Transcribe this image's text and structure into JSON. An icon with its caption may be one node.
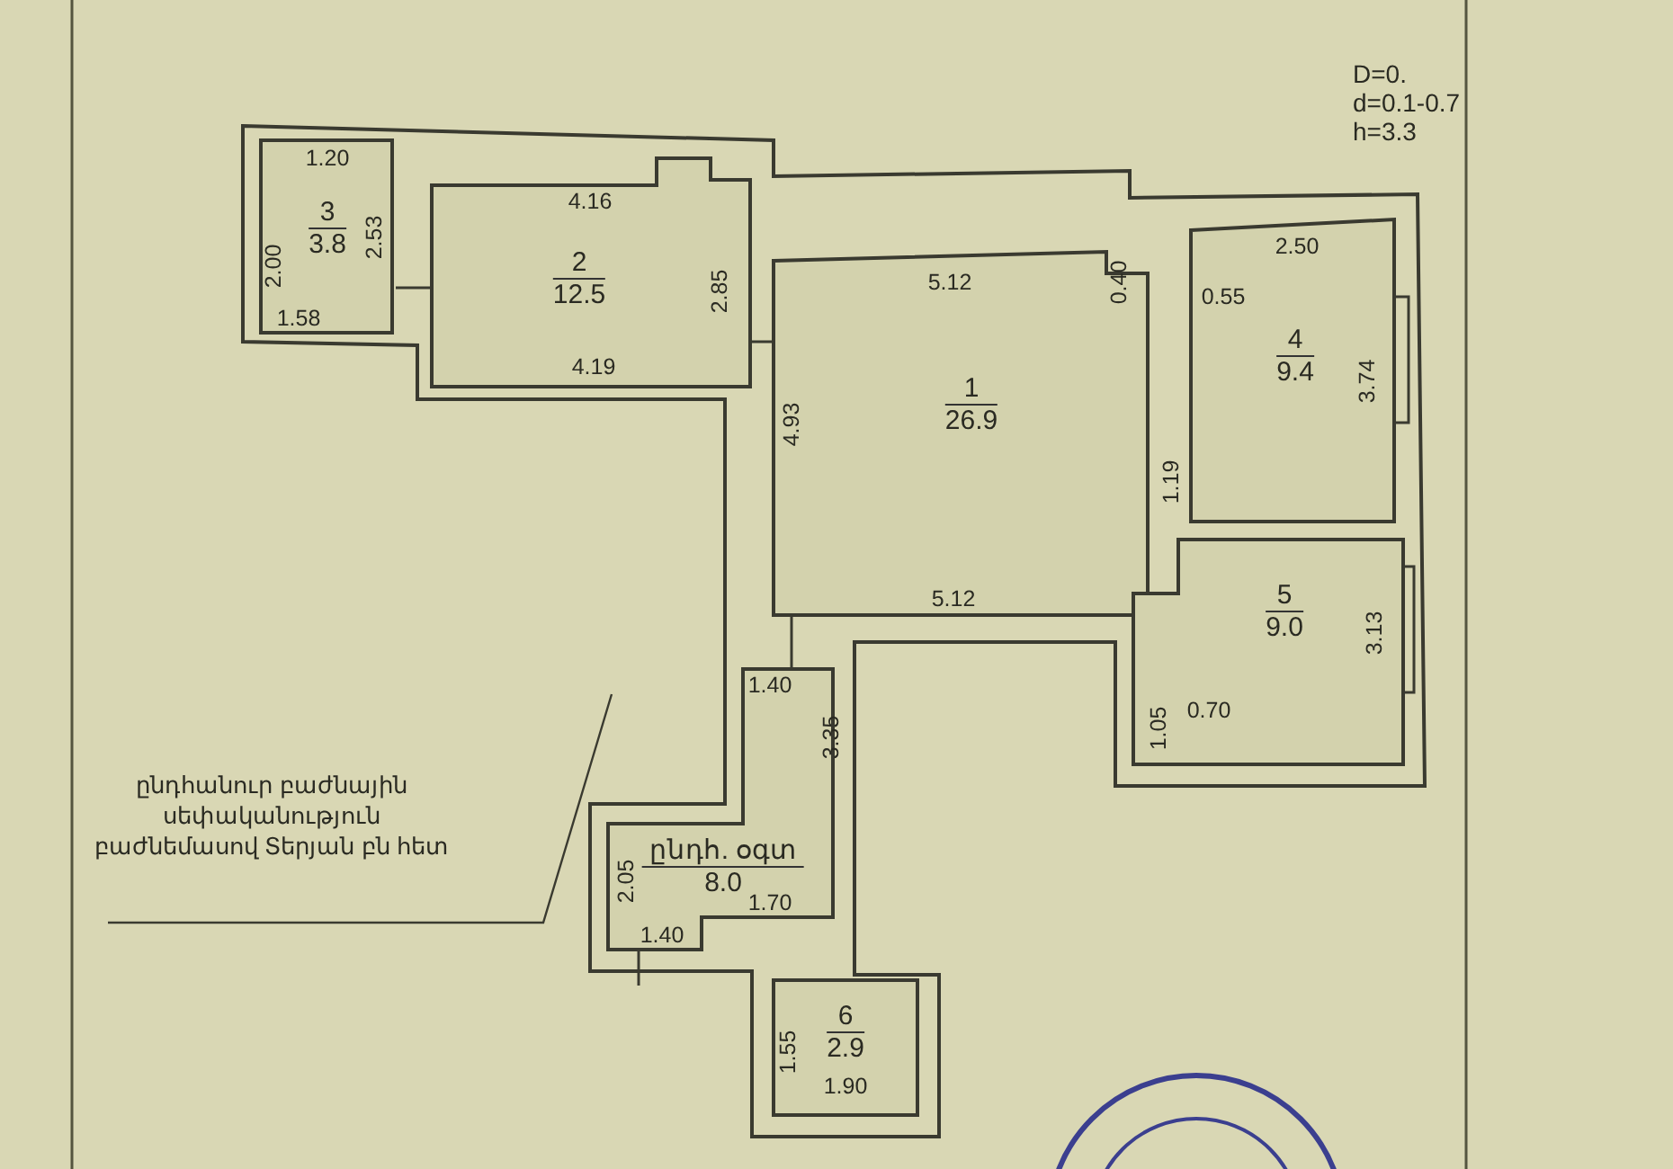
{
  "diagram": {
    "nodes": [
      {
        "text": [
          "3",
          "3.8"
        ]
      },
      {
        "text": [
          "2",
          "12.5"
        ]
      },
      {
        "text": [
          "1",
          "26.9"
        ]
      },
      {
        "text": [
          "4",
          "9.4"
        ]
      },
      {
        "text": [
          "5",
          "9.0"
        ]
      },
      {
        "text": [
          "ընդհ. օգտ",
          "8.0"
        ]
      },
      {
        "text": [
          "6",
          "2.9"
        ]
      },
      {
        "text": [
          "ընդհանուր բաժնային սեփականություն բաժնեմասով Տերյան բն հետ"
        ]
      }
    ],
    "edges": [
      {
        "from": 7,
        "to": 5,
        "arrow": "none"
      }
    ],
    "labels": [
      "D=0.",
      "d=0.1-0.7",
      "h=3.3",
      "1.20",
      "4.16",
      "2.00",
      "2.53",
      "2.85",
      "1.58",
      "4.19",
      "5.12",
      "0.40",
      "0.55",
      "2.50",
      "3.74",
      "4.93",
      "1.19",
      "5.12",
      "3.13",
      "1.40",
      "1.05",
      "0.70",
      "3.35",
      "2.05",
      "1.70",
      "1.40",
      "1.55",
      "1.90"
    ]
  }
}
